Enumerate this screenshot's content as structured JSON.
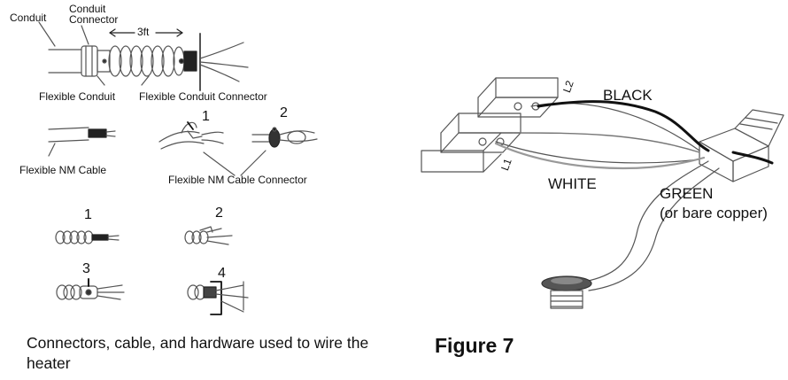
{
  "left_panel": {
    "conduit": "Conduit",
    "conduit_connector_line1": "Conduit",
    "conduit_connector_line2": "Connector",
    "length": "3ft",
    "flexible_conduit": "Flexible Conduit",
    "flexible_conduit_connector": "Flexible Conduit Connector",
    "flexible_nm_cable": "Flexible NM Cable",
    "flexible_nm_cable_connector": "Flexible NM Cable Connector",
    "step_top_1": "1",
    "step_top_2": "2",
    "step_1": "1",
    "step_2": "2",
    "step_3": "3",
    "step_4": "4",
    "caption": "Connectors, cable, and hardware used to wire the heater"
  },
  "right_panel": {
    "black": "BLACK",
    "white": "WHITE",
    "green_line1": "GREEN",
    "green_line2": "(or bare copper)",
    "terminal_l1": "L1",
    "terminal_l2": "L2",
    "figure_title": "Figure 7"
  },
  "colors": {
    "line": "#555555",
    "black_wire": "#111111",
    "ink": "#111111"
  }
}
